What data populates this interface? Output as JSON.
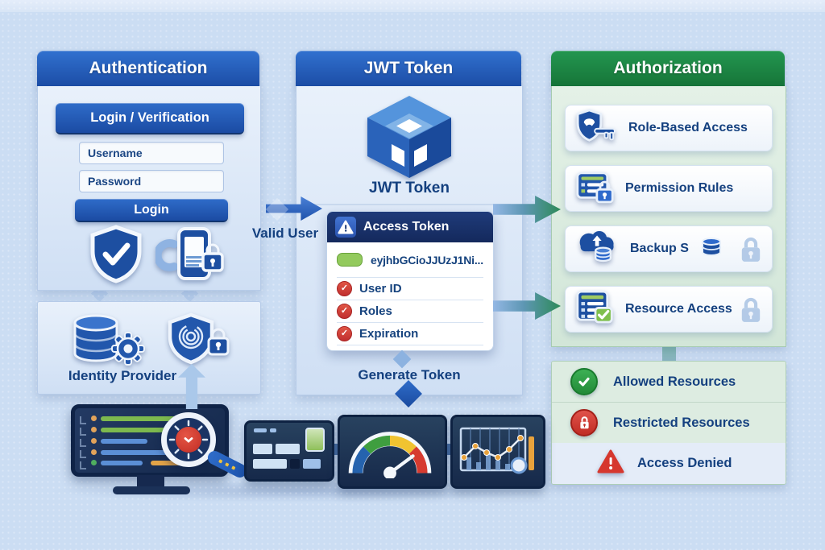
{
  "colors": {
    "header_blue": "#1f55ad",
    "header_green": "#1f8a47",
    "navy_text": "#14407f",
    "alert_red": "#d23b33",
    "success_green": "#2e9e44",
    "token_green": "#8fca57",
    "background": "#cbddf3"
  },
  "authentication": {
    "header": "Authentication",
    "login_title": "Login / Verification",
    "username_value": "Username",
    "password_value": "Password",
    "login_button": "Login",
    "identity_provider_label": "Identity Provider",
    "icons": [
      "shield-check-icon",
      "phone-lock-icon",
      "database-gear-icon",
      "fingerprint-shield-icon"
    ]
  },
  "flow": {
    "valid_user_label": "Valid User",
    "generate_token_label": "Generate Token"
  },
  "jwt": {
    "header": "JWT Token",
    "cube_label": "JWT Token",
    "access_token": {
      "title": "Access Token",
      "token_preview": "eyjhbGCioJJUzJ1Ni...",
      "claims": [
        "User ID",
        "Roles",
        "Expiration"
      ]
    }
  },
  "authorization": {
    "header": "Authorization",
    "cards": [
      {
        "label": "Role-Based Access",
        "icon": "shield-key-icon"
      },
      {
        "label": "Permission Rules",
        "icon": "list-lock-icon"
      },
      {
        "label": "Backup S",
        "icon": "cloud-database-icon",
        "trailing_icon": "lock-icon"
      },
      {
        "label": "Resource Access",
        "icon": "list-check-icon",
        "trailing_icon": "lock-icon"
      }
    ],
    "outcomes": [
      {
        "label": "Allowed Resources",
        "icon": "check-circle-icon"
      },
      {
        "label": "Restricted Resources",
        "icon": "lock-circle-icon"
      },
      {
        "label": "Access Denied",
        "icon": "warning-triangle-icon"
      }
    ]
  }
}
